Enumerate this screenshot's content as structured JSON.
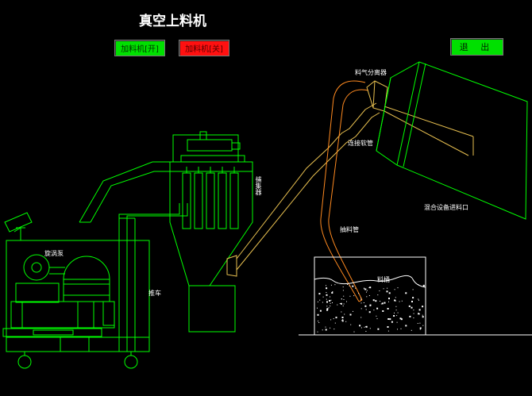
{
  "title": "真空上料机",
  "buttons": {
    "feeder_on": "加料机[开]",
    "feeder_off": "加料机[关]",
    "exit": "退 出"
  },
  "labels": {
    "separator": "料气分离器",
    "hose": "连接软管",
    "collector": "捕集器",
    "mixer_inlet": "混合设备进料口",
    "suction_pipe": "抽料管",
    "bin": "料桶",
    "vortex_pump": "旋涡泵",
    "cart": "推车"
  },
  "colors": {
    "background": "#000000",
    "equipment": "#00ff00",
    "pipe": "#e8c050",
    "suction": "#ff8a20",
    "vessel": "#ffffff",
    "on": "#00e000",
    "off": "#ff1010"
  }
}
